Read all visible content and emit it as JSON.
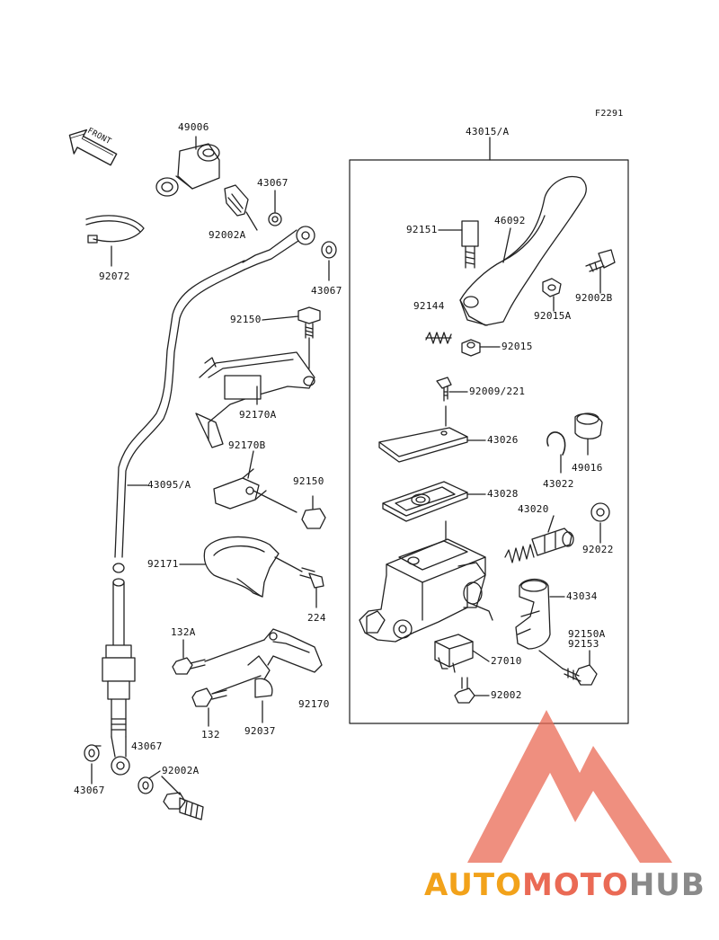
{
  "figure_code": "F2291",
  "front_label": "FRONT",
  "watermark": {
    "part1": "AUTO",
    "part2": "MOTO",
    "part3": "HUB"
  },
  "colors": {
    "line": "#222222",
    "wm_orange": "#f2a21a",
    "wm_red": "#ea6a55",
    "wm_gray": "#8a8a8a"
  },
  "labels": [
    {
      "text": "49006"
    },
    {
      "text": "43067"
    },
    {
      "text": "92002A"
    },
    {
      "text": "92072"
    },
    {
      "text": "43067"
    },
    {
      "text": "92150"
    },
    {
      "text": "92170A"
    },
    {
      "text": "92170B"
    },
    {
      "text": "43095/A"
    },
    {
      "text": "92150"
    },
    {
      "text": "92171"
    },
    {
      "text": "224"
    },
    {
      "text": "132A"
    },
    {
      "text": "92170"
    },
    {
      "text": "132"
    },
    {
      "text": "92037"
    },
    {
      "text": "43067"
    },
    {
      "text": "43067"
    },
    {
      "text": "92002A"
    },
    {
      "text": "43015/A"
    },
    {
      "text": "92151"
    },
    {
      "text": "46092"
    },
    {
      "text": "92002B"
    },
    {
      "text": "92144"
    },
    {
      "text": "92015A"
    },
    {
      "text": "92015"
    },
    {
      "text": "92009/221"
    },
    {
      "text": "43026"
    },
    {
      "text": "49016"
    },
    {
      "text": "43022"
    },
    {
      "text": "43028"
    },
    {
      "text": "43020"
    },
    {
      "text": "92022"
    },
    {
      "text": "43034"
    },
    {
      "text": "92150A"
    },
    {
      "text": "92153"
    },
    {
      "text": "27010"
    },
    {
      "text": "92002"
    }
  ]
}
